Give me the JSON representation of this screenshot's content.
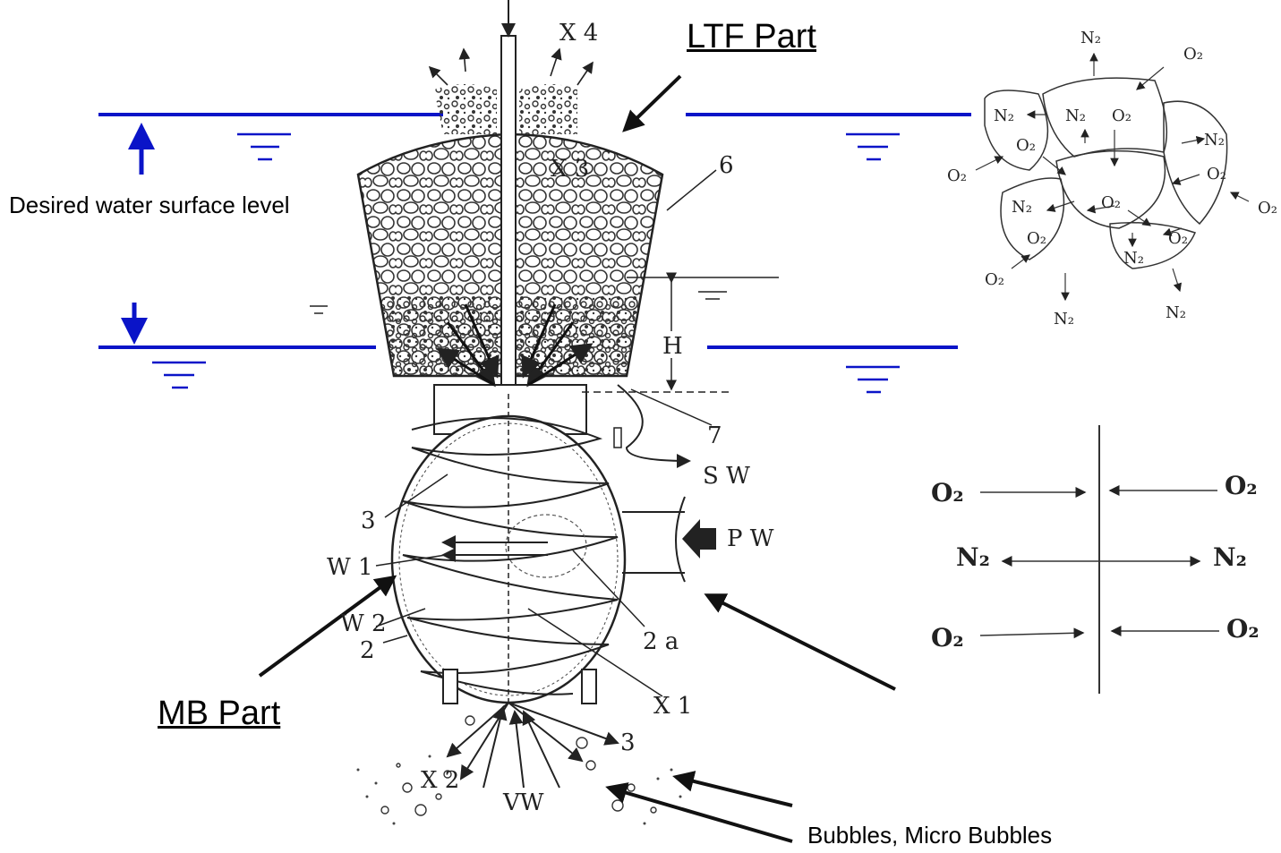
{
  "labels": {
    "ltf_part": "LTF Part",
    "mb_part": "MB Part",
    "water_level": "Desired water surface level",
    "bubbles": "Bubbles, Micro Bubbles"
  },
  "figure_labels": {
    "x4": "X 4",
    "x3": "X 3",
    "x2": "X 2",
    "x1": "X 1",
    "n6": "6",
    "n7": "7",
    "n3a": "3",
    "n3b": "3",
    "n2": "2",
    "n2a": "2 a",
    "h": "H",
    "sw": "S W",
    "pw": "P W",
    "w1": "W 1",
    "w2": "W 2",
    "vw": "VW"
  },
  "cluster_labels": {
    "n2_top": "N₂",
    "o2_top": "O₂",
    "n2_a": "N₂",
    "n2_b": "N₂",
    "o2_a": "O₂",
    "n2_right": "N₂",
    "o2_b": "O₂",
    "o2_left": "O₂",
    "o2_c": "O₂",
    "o2_right": "O₂",
    "n2_c": "N₂",
    "o2_d": "O₂",
    "o2_e": "O₂",
    "n2_d": "N₂",
    "o2_bl": "O₂",
    "n2_bl": "N₂",
    "n2_br": "N₂",
    "o2_far": "O₂"
  },
  "exchange_labels": {
    "o2_l1": "O₂",
    "o2_r1": "O₂",
    "n2_l": "N₂",
    "n2_r": "N₂",
    "o2_l2": "O₂",
    "o2_r2": "O₂"
  },
  "colors": {
    "water_line": "#0a14c8",
    "ink": "#222222"
  }
}
